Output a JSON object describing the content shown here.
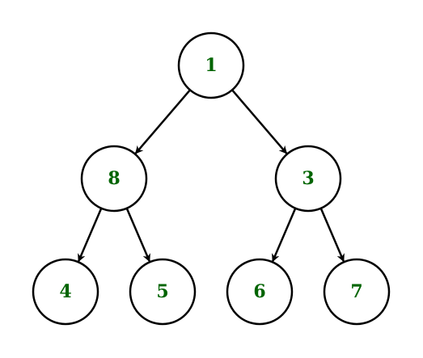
{
  "diagram": {
    "type": "binary-tree",
    "label_color": "#006400",
    "line_color": "#000000",
    "nodes": [
      {
        "id": "n1",
        "label": "1"
      },
      {
        "id": "n8",
        "label": "8"
      },
      {
        "id": "n3",
        "label": "3"
      },
      {
        "id": "n4",
        "label": "4"
      },
      {
        "id": "n5",
        "label": "5"
      },
      {
        "id": "n6",
        "label": "6"
      },
      {
        "id": "n7",
        "label": "7"
      }
    ],
    "edges": [
      {
        "from": "n1",
        "to": "n8"
      },
      {
        "from": "n1",
        "to": "n3"
      },
      {
        "from": "n8",
        "to": "n4"
      },
      {
        "from": "n8",
        "to": "n5"
      },
      {
        "from": "n3",
        "to": "n6"
      },
      {
        "from": "n3",
        "to": "n7"
      }
    ]
  }
}
